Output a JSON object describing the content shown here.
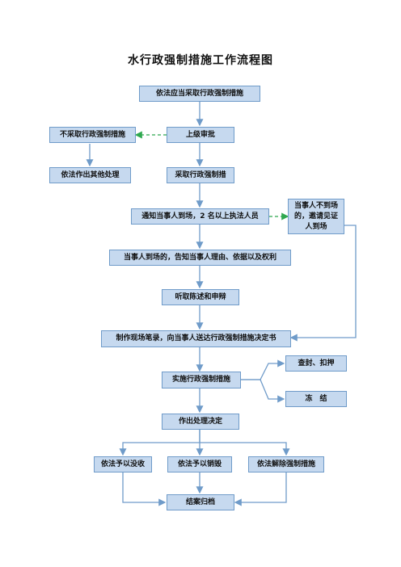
{
  "title": "水行政强制措施工作流程图",
  "colors": {
    "box_fill": "#c6d9ef",
    "box_border": "#6f9bc9",
    "arrow": "#6f9bc9",
    "dashed_arrow": "#2fa84f"
  },
  "nodes": {
    "n1": "依法应当采取行政强制措施",
    "n2": "上级审批",
    "n3": "不采取行政强制措施",
    "n4": "依法作出其他处理",
    "n5": "采取行政强制措",
    "n6": "通知当事人到场，2 名以上执法人员",
    "n7": "当事人不到场的，邀请见证人到场",
    "n8": "当事人到场的，告知当事人理由、依据以及权利",
    "n9": "听取陈述和申辩",
    "n10": "制作现场笔录，向当事人送达行政强制措施决定书",
    "n11": "实施行政强制措施",
    "n12": "查封、扣押",
    "n13": "冻　结",
    "n14": "作出处理决定",
    "n15": "依法予以没收",
    "n16": "依法予以销毁",
    "n17": "依法解除强制措施",
    "n18": "结案归档"
  }
}
